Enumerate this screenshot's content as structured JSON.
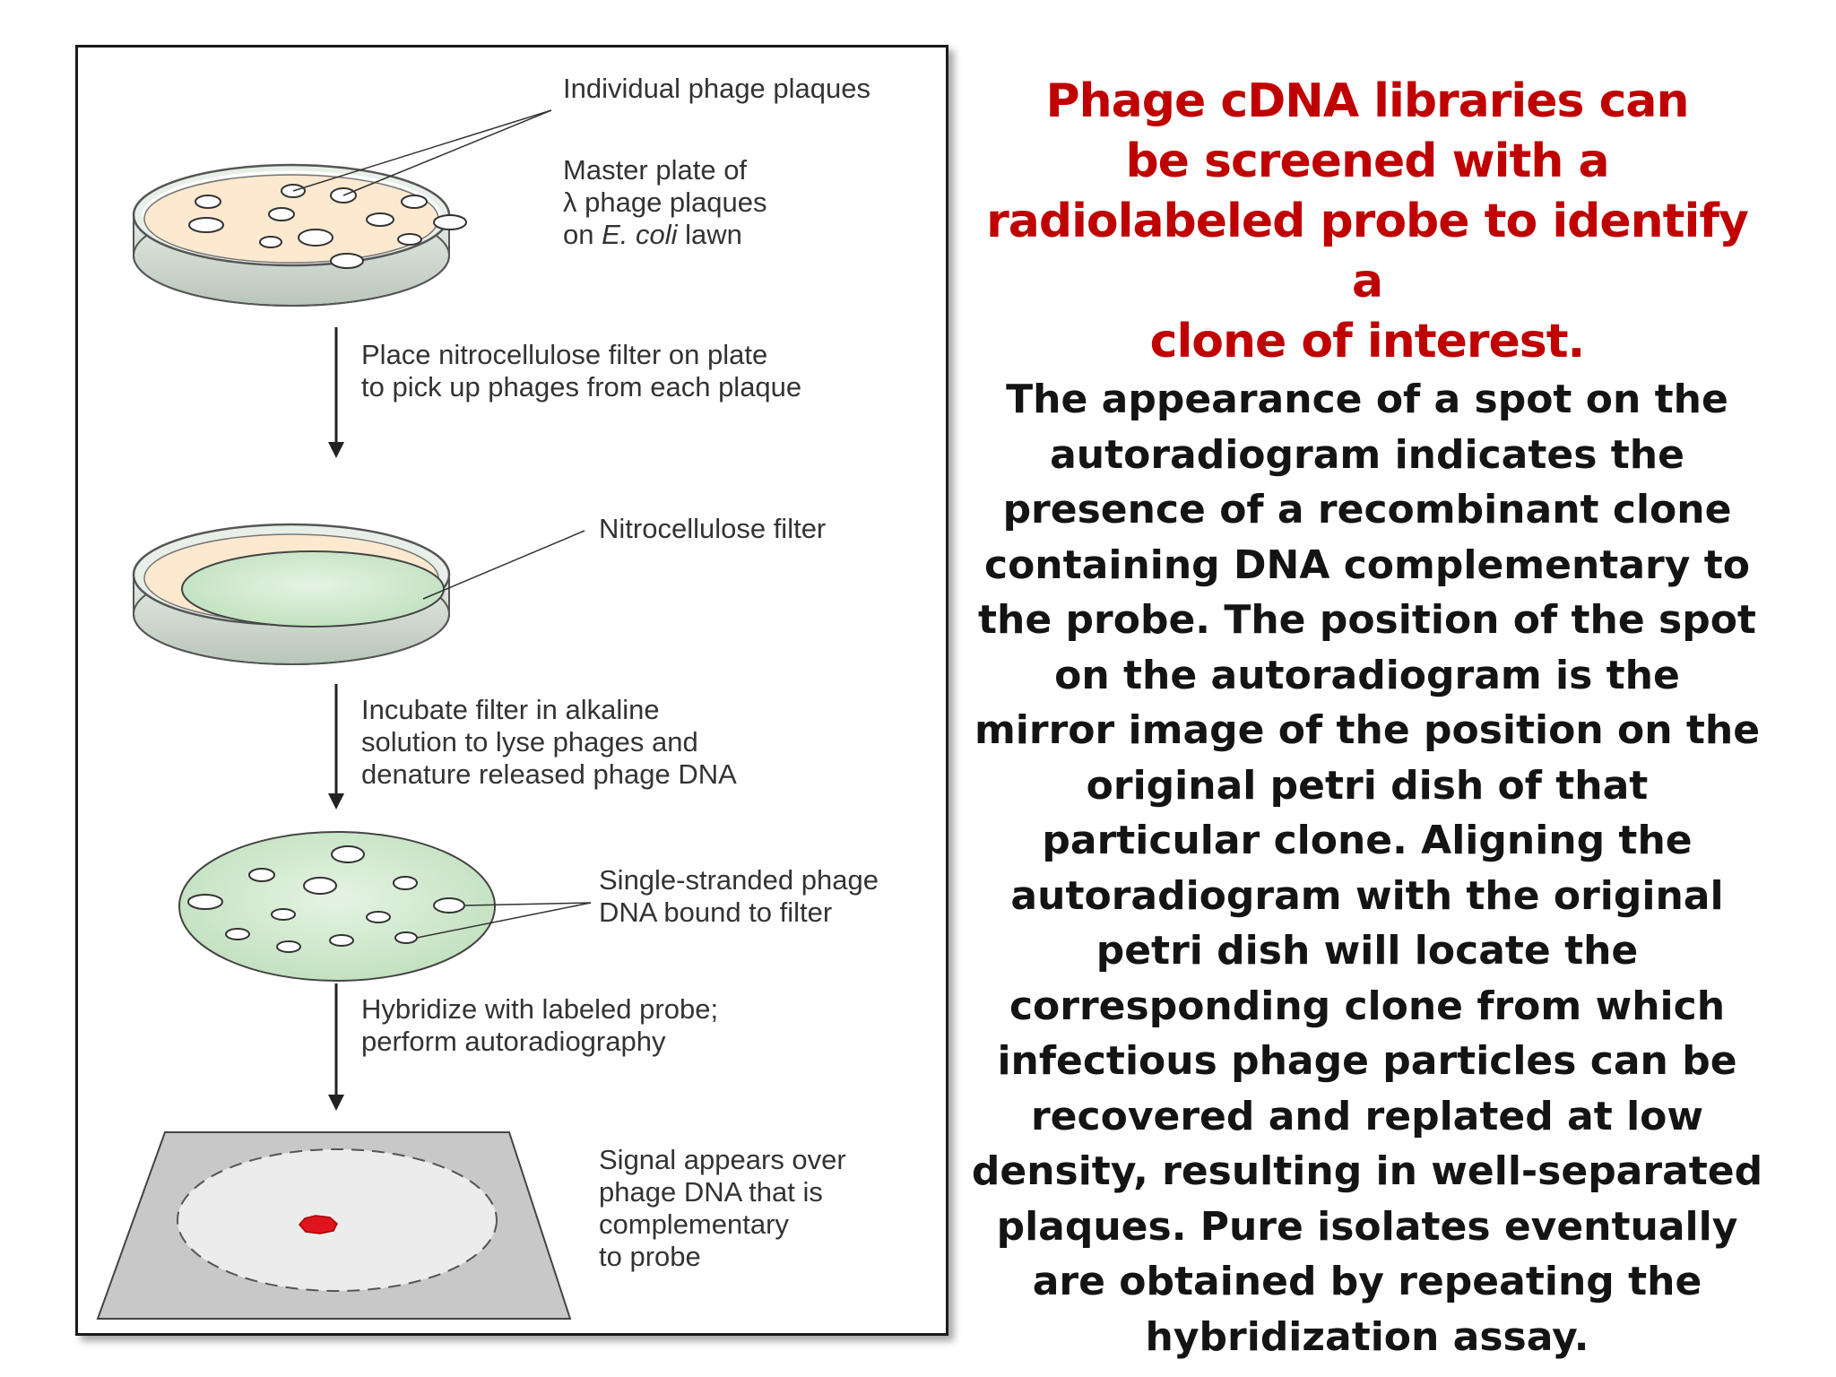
{
  "diagram": {
    "labels": {
      "plaques": "Individual phage plaques",
      "master_line1": "Master plate of",
      "master_line2": "λ phage plaques",
      "master_line3_prefix": "on ",
      "master_line3_italic": "E. coli",
      "master_line3_suffix": " lawn",
      "step1_line1": "Place nitrocellulose filter on plate",
      "step1_line2": "to pick up phages from each plaque",
      "filter": "Nitrocellulose filter",
      "step2_line1": "Incubate filter in alkaline",
      "step2_line2": "solution to lyse phages and",
      "step2_line3": "denature released phage DNA",
      "ssdna_line1": "Single-stranded phage",
      "ssdna_line2": "DNA bound to filter",
      "step3_line1": "Hybridize with labeled probe;",
      "step3_line2": "perform autoradiography",
      "signal_line1": "Signal appears over",
      "signal_line2": "phage DNA that is",
      "signal_line3": "complementary",
      "signal_line4": "to probe"
    },
    "colors": {
      "lawn": "#fde9d0",
      "filter_green": "#d3ead2",
      "signal_red": "#e0141e",
      "film_gray": "#c8c8c8"
    }
  },
  "text": {
    "title": "Phage cDNA libraries can\nbe screened with a\nradiolabeled probe to identify a\nclone of interest.",
    "body": "The appearance of a spot on the\nautoradiogram indicates the\npresence of a recombinant  clone\ncontaining DNA complementary to\nthe probe. The position of the spot\non the autoradiogram is the\nmirror image of the position on the\noriginal petri dish of that\nparticular clone. Aligning the\nautoradiogram with the original\npetri dish will locate the\ncorresponding clone from which\ninfectious phage particles can be\nrecovered and replated at low\ndensity, resulting in well-separated\nplaques. Pure isolates eventually\nare obtained by repeating the\nhybridization assay.",
    "title_color": "#c00000",
    "body_color": "#141414"
  }
}
